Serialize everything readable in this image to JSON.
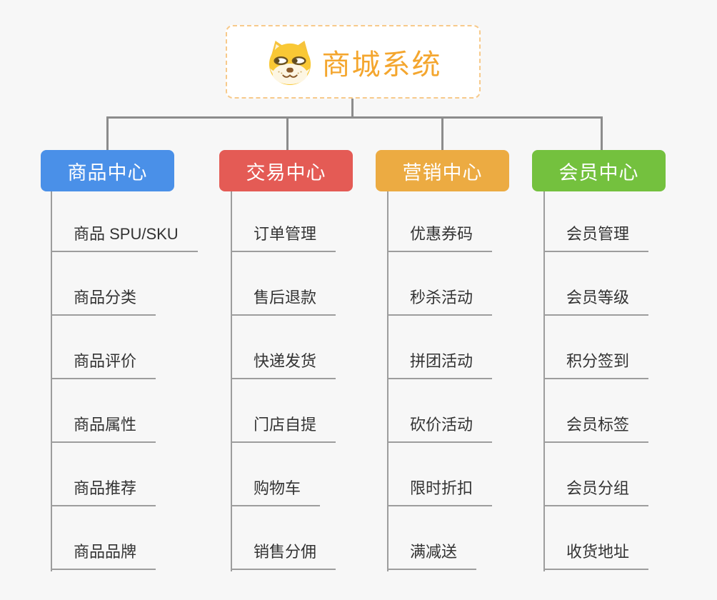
{
  "root": {
    "title": "商城系统",
    "icon": "shiba-dog-icon",
    "accent_color": "#f4a62e",
    "border_color": "#f7ca8b"
  },
  "connector_color": "#8c8c8c",
  "branches": [
    {
      "label": "商品中心",
      "color": "#4a90e8",
      "items": [
        "商品 SPU/SKU",
        "商品分类",
        "商品评价",
        "商品属性",
        "商品推荐",
        "商品品牌"
      ]
    },
    {
      "label": "交易中心",
      "color": "#e45b55",
      "items": [
        "订单管理",
        "售后退款",
        "快递发货",
        "门店自提",
        "购物车",
        "销售分佣"
      ]
    },
    {
      "label": "营销中心",
      "color": "#ecab42",
      "items": [
        "优惠券码",
        "秒杀活动",
        "拼团活动",
        "砍价活动",
        "限时折扣",
        "满减送"
      ]
    },
    {
      "label": "会员中心",
      "color": "#74c13e",
      "items": [
        "会员管理",
        "会员等级",
        "积分签到",
        "会员标签",
        "会员分组",
        "收货地址"
      ]
    }
  ]
}
